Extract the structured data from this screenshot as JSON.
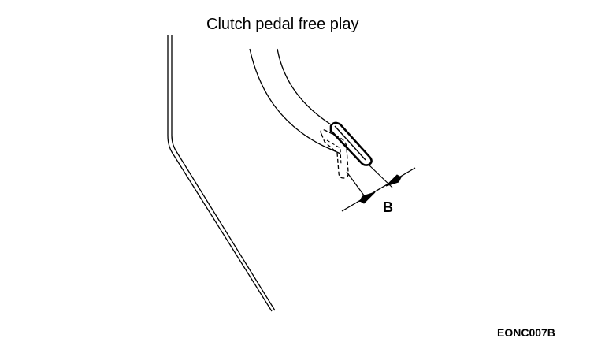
{
  "diagram": {
    "title": "Clutch pedal free play",
    "dimension_label": "B",
    "figure_code": "EONC007B"
  }
}
